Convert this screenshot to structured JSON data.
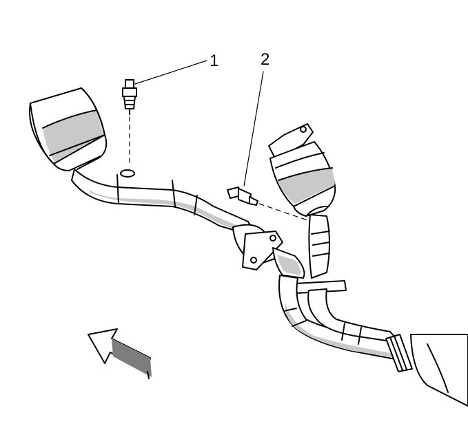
{
  "callouts": [
    {
      "id": "1",
      "label": "1"
    },
    {
      "id": "2",
      "label": "2"
    }
  ],
  "icons": {
    "direction_arrow": "front-direction-arrow-icon"
  }
}
